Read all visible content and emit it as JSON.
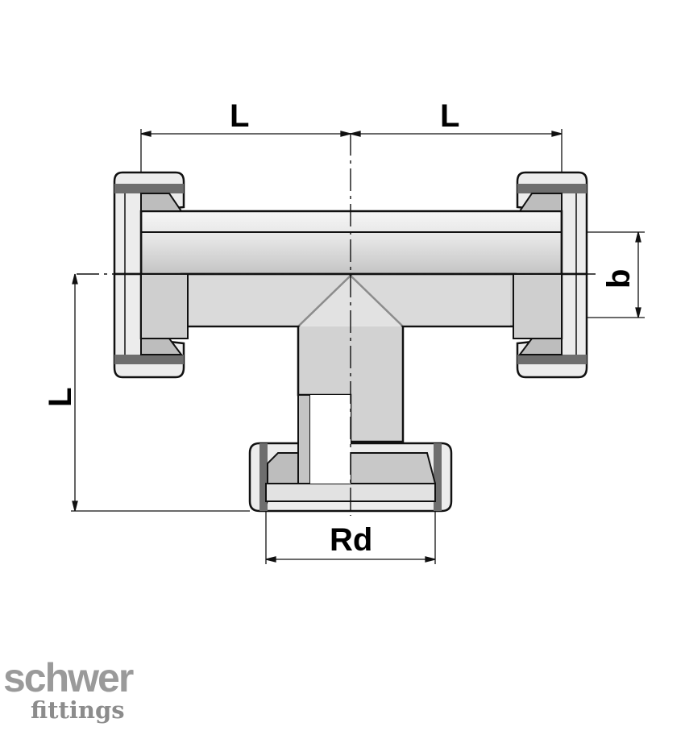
{
  "dimensions": {
    "left_length": "L",
    "right_length": "L",
    "branch_length": "L",
    "bore": "b",
    "thread": "Rd"
  },
  "logo": {
    "line1": "schwer",
    "line2": "fittings"
  },
  "colors": {
    "body_fill": "#dcdcdc",
    "body_light": "#f0f0f0",
    "body_shade": "#a8a8a8",
    "dark_band": "#6e6e6e",
    "outline": "#111111",
    "logo_gray": "#9a9a9a"
  }
}
